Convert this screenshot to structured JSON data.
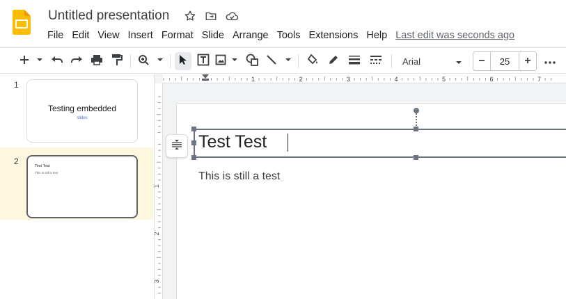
{
  "app": {
    "title": "Untitled presentation",
    "accent": "#fbbc04"
  },
  "menu": {
    "items": [
      "File",
      "Edit",
      "View",
      "Insert",
      "Format",
      "Slide",
      "Arrange",
      "Tools",
      "Extensions",
      "Help"
    ],
    "last_edit": "Last edit was seconds ago"
  },
  "toolbar": {
    "font": "Arial",
    "font_size": "25",
    "icons": [
      "new-slide-icon",
      "undo-icon",
      "redo-icon",
      "print-icon",
      "paint-format-icon",
      "zoom-icon",
      "select-icon",
      "text-box-icon",
      "image-icon",
      "shape-icon",
      "line-icon",
      "fill-color-icon",
      "border-color-icon",
      "border-weight-icon",
      "border-dash-icon",
      "more-icon"
    ]
  },
  "ruler": {
    "h_labels": [
      "1",
      "2",
      "3",
      "4",
      "5",
      "6",
      "7"
    ],
    "v_labels": [
      "1",
      "2",
      "3"
    ]
  },
  "slides": [
    {
      "number": "1",
      "title": "Testing embedded",
      "subtitle": "slides"
    },
    {
      "number": "2",
      "title": "Test Test",
      "body": "This is still a test"
    }
  ],
  "canvas": {
    "title": "Test Test",
    "body": "This is still a test"
  }
}
